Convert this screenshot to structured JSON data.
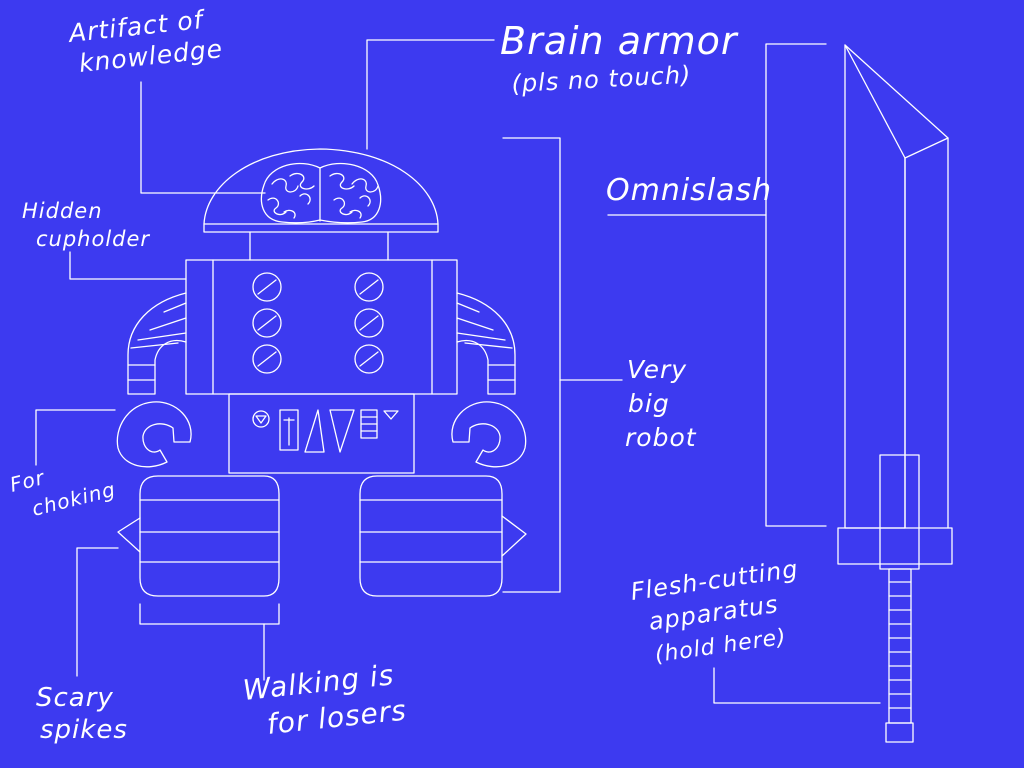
{
  "background_color": "#3d3af0",
  "line_color": "#ffffff",
  "labels": {
    "artifact": [
      "Artifact of",
      "knowledge"
    ],
    "brain_armor": "Brain armor",
    "brain_armor_note": "(pls no touch)",
    "cupholder": [
      "Hidden",
      "cupholder"
    ],
    "omnislash": "Omnislash",
    "very_big_robot": [
      "Very",
      "big",
      "robot"
    ],
    "for_choking": [
      "For",
      "choking"
    ],
    "flesh_cutting": [
      "Flesh-cutting",
      "apparatus",
      "(hold here)"
    ],
    "scary_spikes": [
      "Scary",
      "spikes"
    ],
    "walking": [
      "Walking is",
      "for losers"
    ]
  },
  "icons": {
    "brain": "brain-icon",
    "robot": "robot-figure",
    "sword": "sword-figure"
  }
}
